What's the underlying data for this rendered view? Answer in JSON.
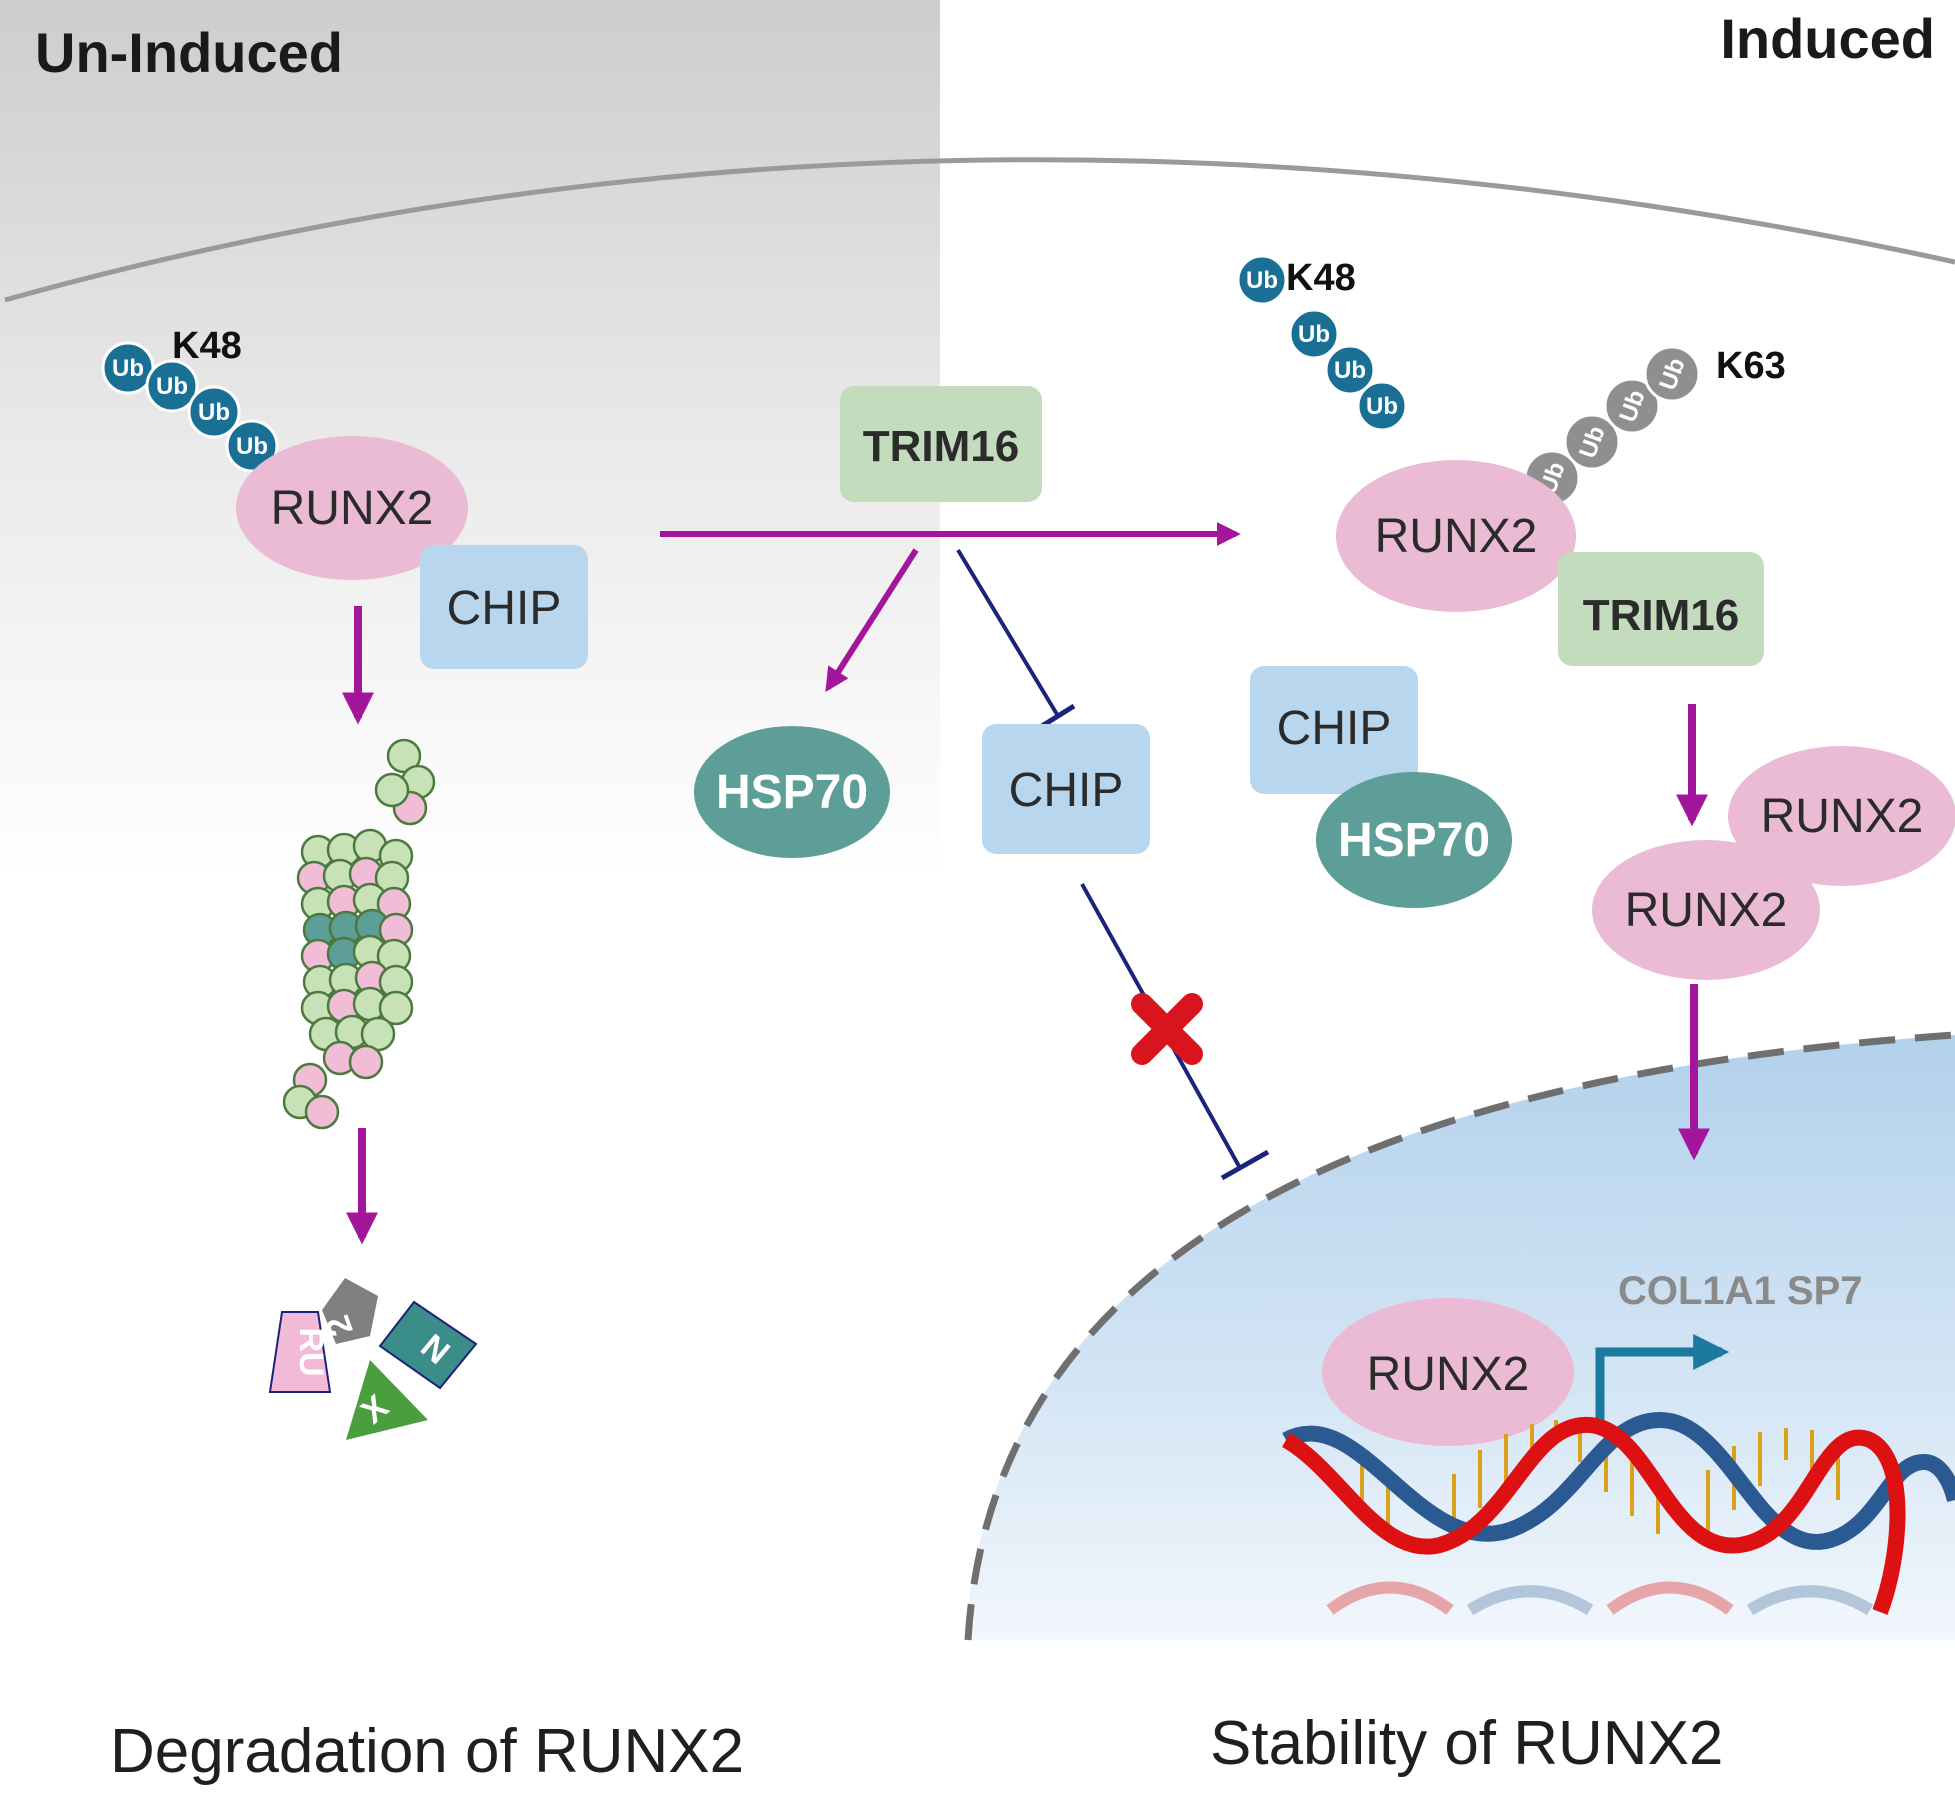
{
  "panels": {
    "left_title": "Un-Induced",
    "right_title": "Induced"
  },
  "captions": {
    "left": "Degradation of RUNX2",
    "right": "Stability of RUNX2"
  },
  "labels": {
    "runx2": "RUNX2",
    "chip": "CHIP",
    "trim16": "TRIM16",
    "hsp70": "HSP70",
    "ub": "Ub",
    "k48": "K48",
    "k63": "K63",
    "genes": "COL1A1 SP7"
  },
  "fragments": [
    "RU",
    "2",
    "N",
    "X"
  ],
  "colors": {
    "runx2": "#ebbbd6",
    "chip": "#b8d7ee",
    "trim16": "#c3dcbd",
    "hsp70": "#5e9e98",
    "ub_k48": "#1a6f95",
    "ub_k63": "#8f8f8f",
    "activation_arrow": "#a3169c",
    "inhibition": "#1c237a",
    "block_cross": "#d9141c",
    "dna_red": "#dd1111",
    "dna_blue": "#2b5a93",
    "nucleus": "#c4dcf2"
  }
}
